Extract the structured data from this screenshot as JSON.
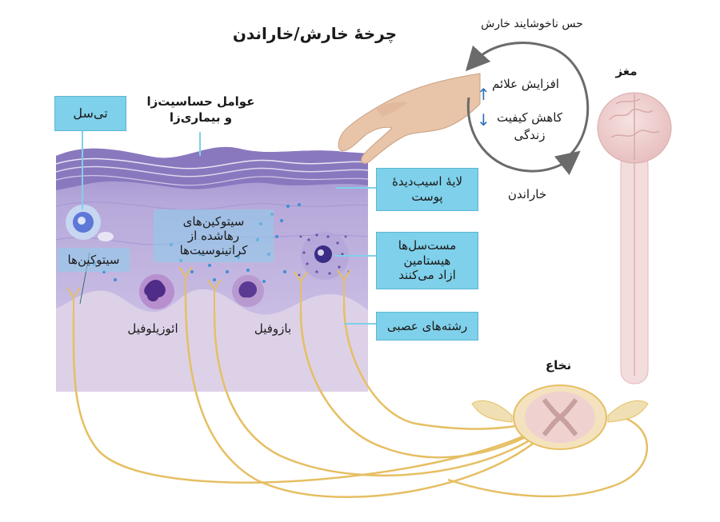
{
  "title": "چرخهٔ خارش/خاراندن",
  "cycle": {
    "top_label": "حس ناخوشایند خارش",
    "increase_label": "افزایش علائم",
    "decrease_label": "کاهش کیفیت",
    "decrease_label_line2": "زندگی",
    "bottom_label": "خاراندن",
    "up_arrow": "↑",
    "down_arrow": "↓"
  },
  "labels": {
    "brain": "مغز",
    "spinal_cord": "نخاع",
    "sensitizing_factors": "عوامل حساسیت‌زا",
    "sensitizing_factors_line2": "و بیماری‌زا",
    "eosinophil": "ائوزیلوفیل",
    "basophil": "بازوفیل",
    "cytokines": "سیتوکین‌ها"
  },
  "boxes": {
    "t_cell": "تی‌سل",
    "damaged_skin": "لایهٔ اسیب‌دیدهٔ",
    "damaged_skin_line2": "پوست",
    "mast_cells": "مست‌سل‌ها",
    "mast_cells_line2": "هیستامین",
    "mast_cells_line3": "ازاد می‌کنند",
    "nerve_fibers": "رشته‌های عصبی",
    "keratinocyte_cytokines": "سیتوکین‌های",
    "keratinocyte_cytokines_line2": "رهاشده از",
    "keratinocyte_cytokines_line3": "کراتینوسیت‌ها"
  },
  "colors": {
    "label_box": "#7fd0ea",
    "skin_top": "#8f7fc0",
    "skin_dermis": "#d9cce6",
    "nerve": "#e6bf63",
    "brain": "#f0d2d2",
    "cycle_arrow": "#6b6b6b",
    "up_arrow": "#2f6fb8"
  }
}
